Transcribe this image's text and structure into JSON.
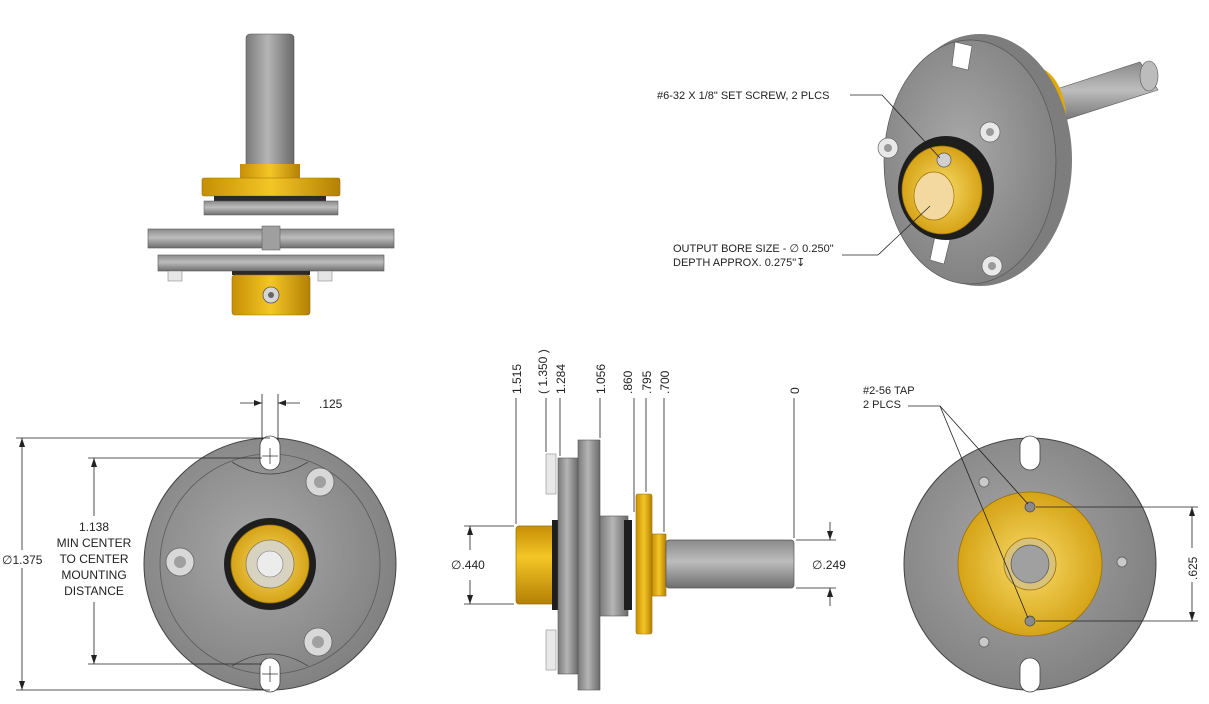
{
  "colors": {
    "gold": "#e2ac0c",
    "gold_dark": "#b58606",
    "gold_light": "#f8dc6a",
    "steel": "#9a9a9a",
    "steel_dark": "#6f6f6f",
    "steel_light": "#c9c9c9",
    "line": "#222222"
  },
  "iso_view": {
    "set_screw_note": "#6-32 X 1/8\" SET SCREW, 2 PLCS",
    "bore_note_line1": "OUTPUT BORE SIZE - ∅ 0.250\"",
    "bore_note_line2": "DEPTH APPROX. 0.275\"↧"
  },
  "front_view": {
    "slot_width": ".125",
    "outer_diameter": "∅1.375",
    "mounting_note": [
      "1.138",
      "MIN CENTER",
      "TO CENTER",
      "MOUNTING",
      "DISTANCE"
    ]
  },
  "side_view": {
    "stations": [
      "1.515",
      "( 1.350 )",
      "1.284",
      "1.056",
      ".860",
      ".795",
      ".700",
      "0"
    ],
    "left_diameter": "∅.440",
    "shaft_diameter": "∅.249"
  },
  "back_view": {
    "tap_note_line1": "#2-56 TAP",
    "tap_note_line2": "2 PLCS",
    "hole_spacing": ".625"
  }
}
